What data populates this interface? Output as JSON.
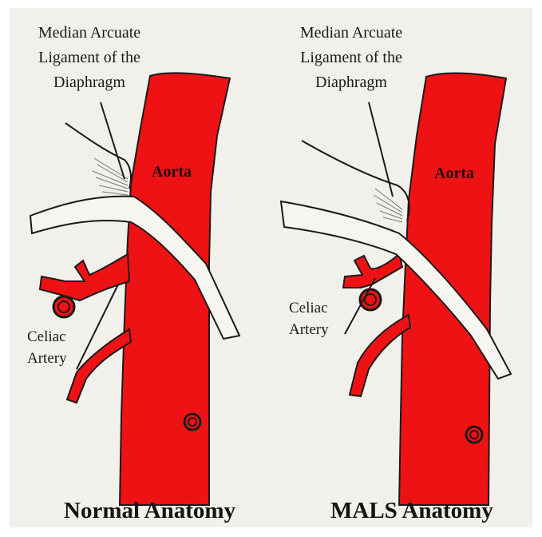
{
  "colors": {
    "artery_red": "#ef1214",
    "artery_dark": "#b30b12",
    "outline": "#1b1a18",
    "paper": "#f2f0ea",
    "ligament": "#f7f5ef"
  },
  "panels": {
    "normal": {
      "ligament_label": [
        "Median Arcuate",
        "Ligament of the",
        "Diaphragm"
      ],
      "aorta_label": "Aorta",
      "celiac_label": [
        "Celiac",
        "Artery"
      ],
      "title": "Normal Anatomy"
    },
    "mals": {
      "ligament_label": [
        "Median Arcuate",
        "Ligament of the",
        "Diaphragm"
      ],
      "aorta_label": "Aorta",
      "celiac_label": [
        "Celiac",
        "Artery"
      ],
      "title": "MALS Anatomy"
    }
  }
}
